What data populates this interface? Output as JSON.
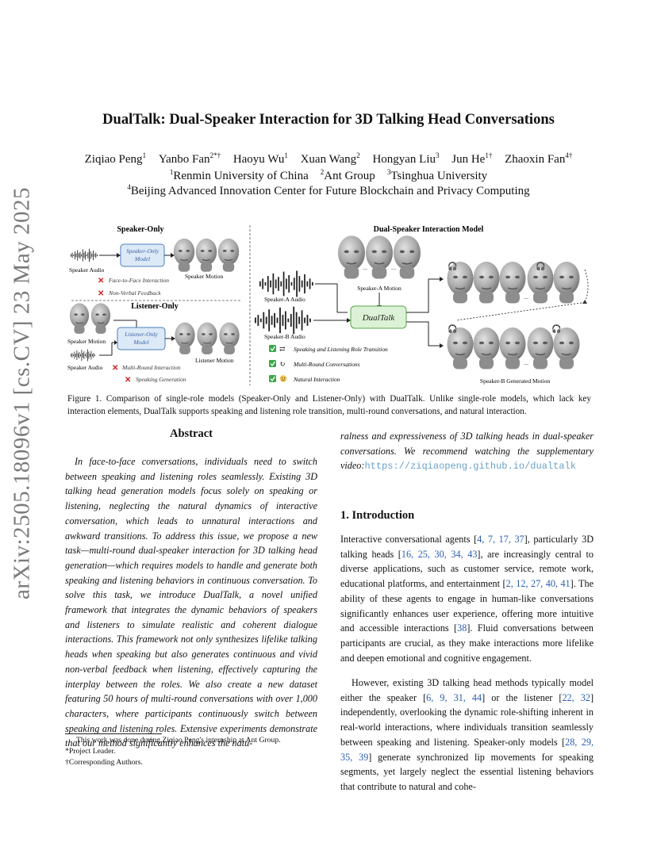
{
  "sidebar_id": "arXiv:2505.18096v1  [cs.CV]  23 May 2025",
  "title": "DualTalk: Dual-Speaker Interaction for 3D Talking Head Conversations",
  "authors": [
    {
      "name": "Ziqiao Peng",
      "sup": "1"
    },
    {
      "name": "Yanbo Fan",
      "sup": "2*†"
    },
    {
      "name": "Haoyu Wu",
      "sup": "1"
    },
    {
      "name": "Xuan Wang",
      "sup": "2"
    },
    {
      "name": "Hongyan Liu",
      "sup": "3"
    },
    {
      "name": "Jun He",
      "sup": "1†"
    },
    {
      "name": "Zhaoxin Fan",
      "sup": "4†"
    }
  ],
  "affiliations_line1": [
    {
      "sup": "1",
      "name": "Renmin University of China"
    },
    {
      "sup": "2",
      "name": "Ant Group"
    },
    {
      "sup": "3",
      "name": "Tsinghua University"
    }
  ],
  "affiliations_line2": {
    "sup": "4",
    "name": "Beijing Advanced Innovation Center for Future Blockchain and Privacy Computing"
  },
  "figure": {
    "speaker_only_title": "Speaker-Only",
    "speaker_only_model": [
      "Speaker-Only",
      "Model"
    ],
    "speaker_audio": "Speaker Audio",
    "speaker_motion": "Speaker Motion",
    "face_to_face": "Face-to-Face Interaction",
    "non_verbal": "Non-Verbal Feedback",
    "listener_only_title": "Listener-Only",
    "listener_only_model": [
      "Listener-Only",
      "Model"
    ],
    "listener_motion": "Listener Motion",
    "multi_round_x": "Multi-Round Interaction",
    "speaking_generation": "Speaking Generation",
    "dual_title": "Dual-Speaker Interaction Model",
    "speaker_a_motion": "Speaker-A Motion",
    "speaker_a_audio": "Speaker-A Audio",
    "speaker_b_audio": "Speaker-B Audio",
    "dualtalk": "DualTalk",
    "role_transition": "Speaking and Listening Role Transition",
    "multi_round_conv": "Multi-Round Conversations",
    "natural_interaction": "Natural Interaction",
    "speaker_b_generated": "Speaker-B Generated Motion",
    "ellipsis": "..."
  },
  "caption": "Figure 1. Comparison of single-role models (Speaker-Only and Listener-Only) with DualTalk. Unlike single-role models, which lack key interaction elements, DualTalk supports speaking and listening role transition, multi-round conversations, and natural interaction.",
  "abstract_heading": "Abstract",
  "abstract": "In face-to-face conversations, individuals need to switch between speaking and listening roles seamlessly. Existing 3D talking head generation models focus solely on speaking or listening, neglecting the natural dynamics of interactive conversation, which leads to unnatural interactions and awkward transitions. To address this issue, we propose a new task—multi-round dual-speaker interaction for 3D talking head generation—which requires models to handle and generate both speaking and listening behaviors in continuous conversation. To solve this task, we introduce DualTalk, a novel unified framework that integrates the dynamic behaviors of speakers and listeners to simulate realistic and coherent dialogue interactions. This framework not only synthesizes lifelike talking heads when speaking but also generates continuous and vivid non-verbal feedback when listening, effectively capturing the interplay between the roles. We also create a new dataset featuring 50 hours of multi-round conversations with over 1,000 characters, where participants continuously switch between speaking and listening roles. Extensive experiments demonstrate that our method significantly enhances the natu-",
  "abstract_cont": "ralness and expressiveness of 3D talking heads in dual-speaker conversations. We recommend watching the supplementary video:",
  "abstract_url": "https://ziqiaopeng.github.io/dualtalk",
  "intro_heading": "1. Introduction",
  "intro_p1": {
    "t1": "Interactive conversational agents [",
    "c1": "4, 7, 17, 37",
    "t2": "], particularly 3D talking heads [",
    "c2": "16, 25, 30, 34, 43",
    "t3": "], are increasingly central to diverse applications, such as customer service, remote work, educational platforms, and entertainment [",
    "c3": "2, 12, 27, 40, 41",
    "t4": "]. The ability of these agents to engage in human-like conversations significantly enhances user experience, offering more intuitive and accessible interactions [",
    "c4": "38",
    "t5": "]. Fluid conversations between participants are crucial, as they make interactions more lifelike and deepen emotional and cognitive engagement."
  },
  "intro_p2": {
    "t1": "However, existing 3D talking head methods typically model either the speaker [",
    "c1": "6, 9, 31, 44",
    "t2": "] or the listener [",
    "c2": "22, 32",
    "t3": "] independently, overlooking the dynamic role-shifting inherent in real-world interactions, where individuals transition seamlessly between speaking and listening. Speaker-only models [",
    "c3": "28, 29, 35, 39",
    "t4": "] generate synchronized lip movements for speaking segments, yet largely neglect the essential listening behaviors that contribute to natural and cohe-"
  },
  "footnotes": [
    "This work was done during Ziqiao Peng's internship at Ant Group.",
    "*Project Leader.",
    "†Corresponding Authors."
  ]
}
